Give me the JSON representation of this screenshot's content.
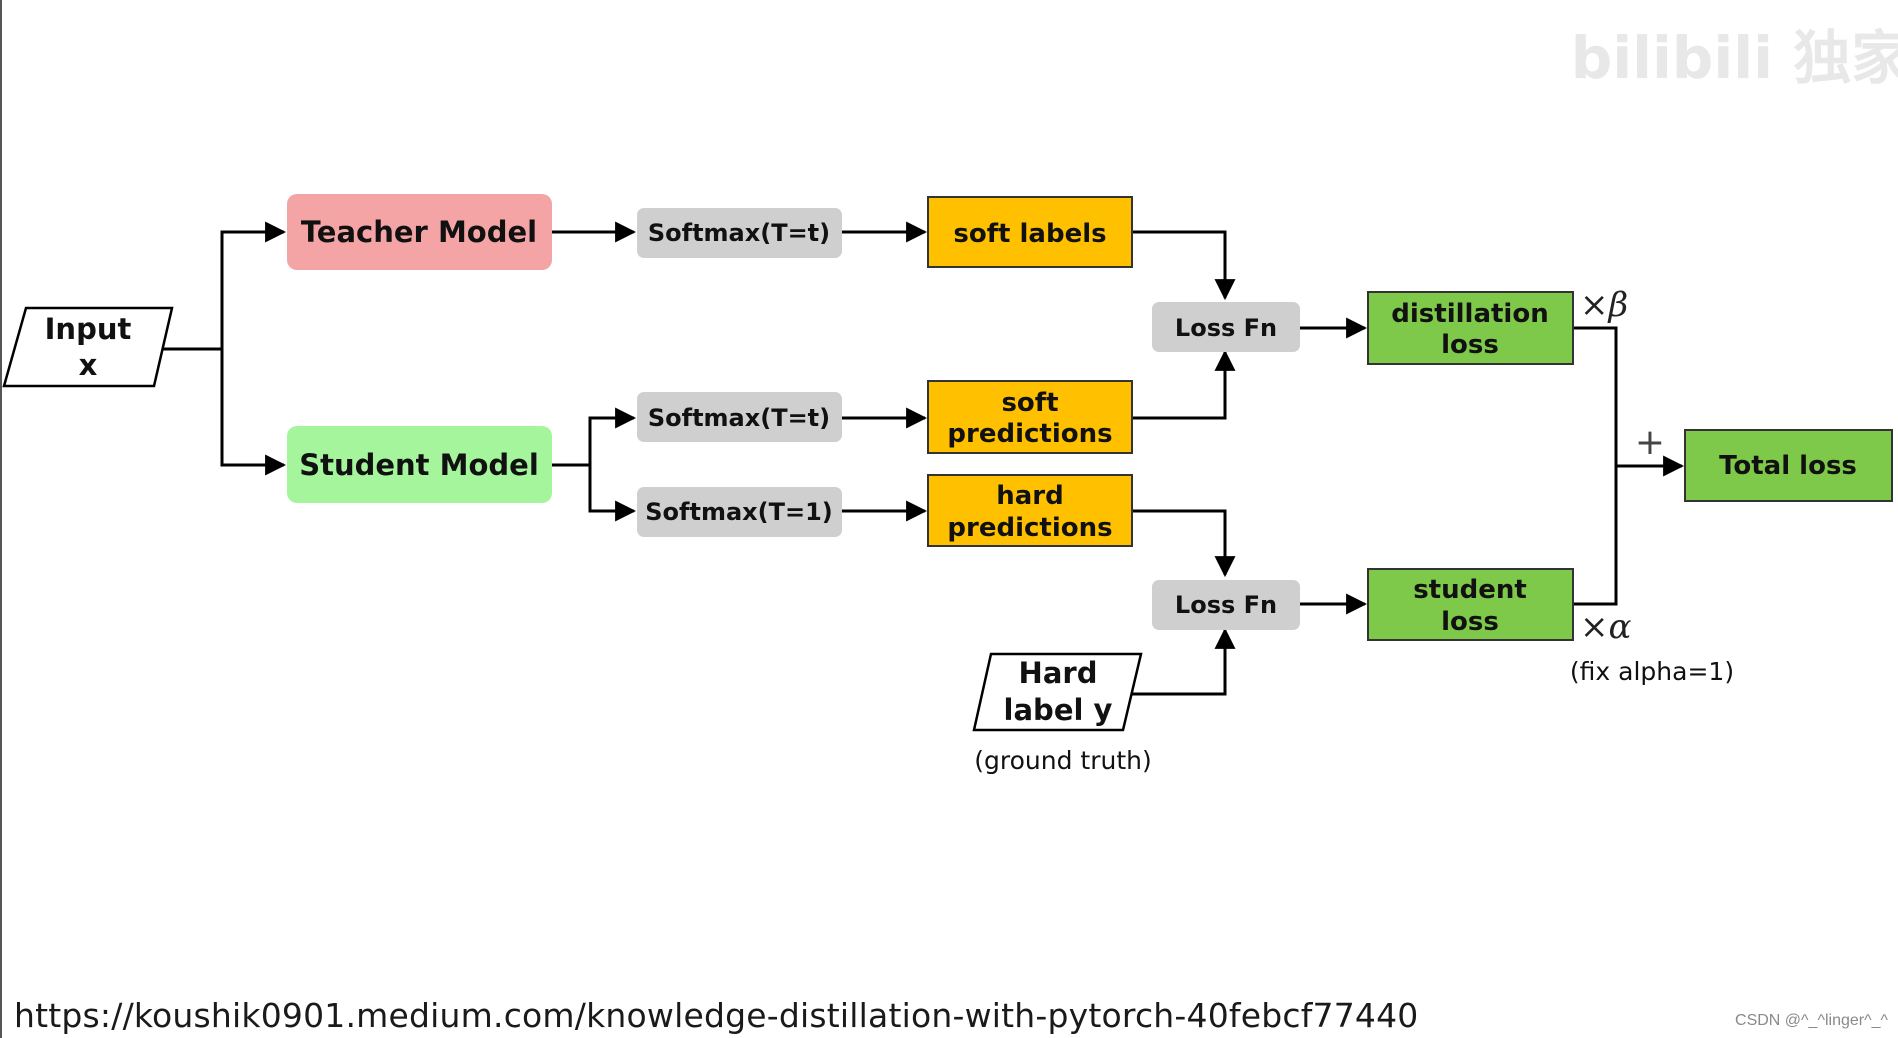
{
  "nodes": {
    "input": {
      "line1": "Input",
      "line2": "x"
    },
    "teacher_model": "Teacher Model",
    "student_model": "Student Model",
    "softmax_teacher": "Softmax(T=t)",
    "softmax_student_soft": "Softmax(T=t)",
    "softmax_student_hard": "Softmax(T=1)",
    "soft_labels": "soft labels",
    "soft_predictions": {
      "line1": "soft",
      "line2": "predictions"
    },
    "hard_predictions": {
      "line1": "hard",
      "line2": "predictions"
    },
    "loss_fn_top": "Loss Fn",
    "loss_fn_bottom": "Loss Fn",
    "hard_label": {
      "line1": "Hard",
      "line2": "label y"
    },
    "ground_truth_note": "(ground truth)",
    "distillation_loss": {
      "line1": "distillation",
      "line2": "loss"
    },
    "student_loss": {
      "line1": "student",
      "line2": "loss"
    },
    "total_loss": "Total loss"
  },
  "annotations": {
    "beta_weight": "×β",
    "alpha_weight": "×α",
    "plus_sign": "+",
    "fix_alpha_note": "(fix alpha=1)"
  },
  "footer": {
    "source_url": "https://koushik0901.medium.com/knowledge-distillation-with-pytorch-40febcf77440",
    "credit": "CSDN @^_^linger^_^"
  },
  "watermark": {
    "text": "bilibili 独家"
  },
  "colors": {
    "teacher": "#f4a4a4",
    "student": "#a4f59c",
    "softmax": "#cfcfcf",
    "loss_fn": "#cfcfcf",
    "orange_box": "#ffc000",
    "green_box": "#7ec84a",
    "arrow": "#000000"
  }
}
